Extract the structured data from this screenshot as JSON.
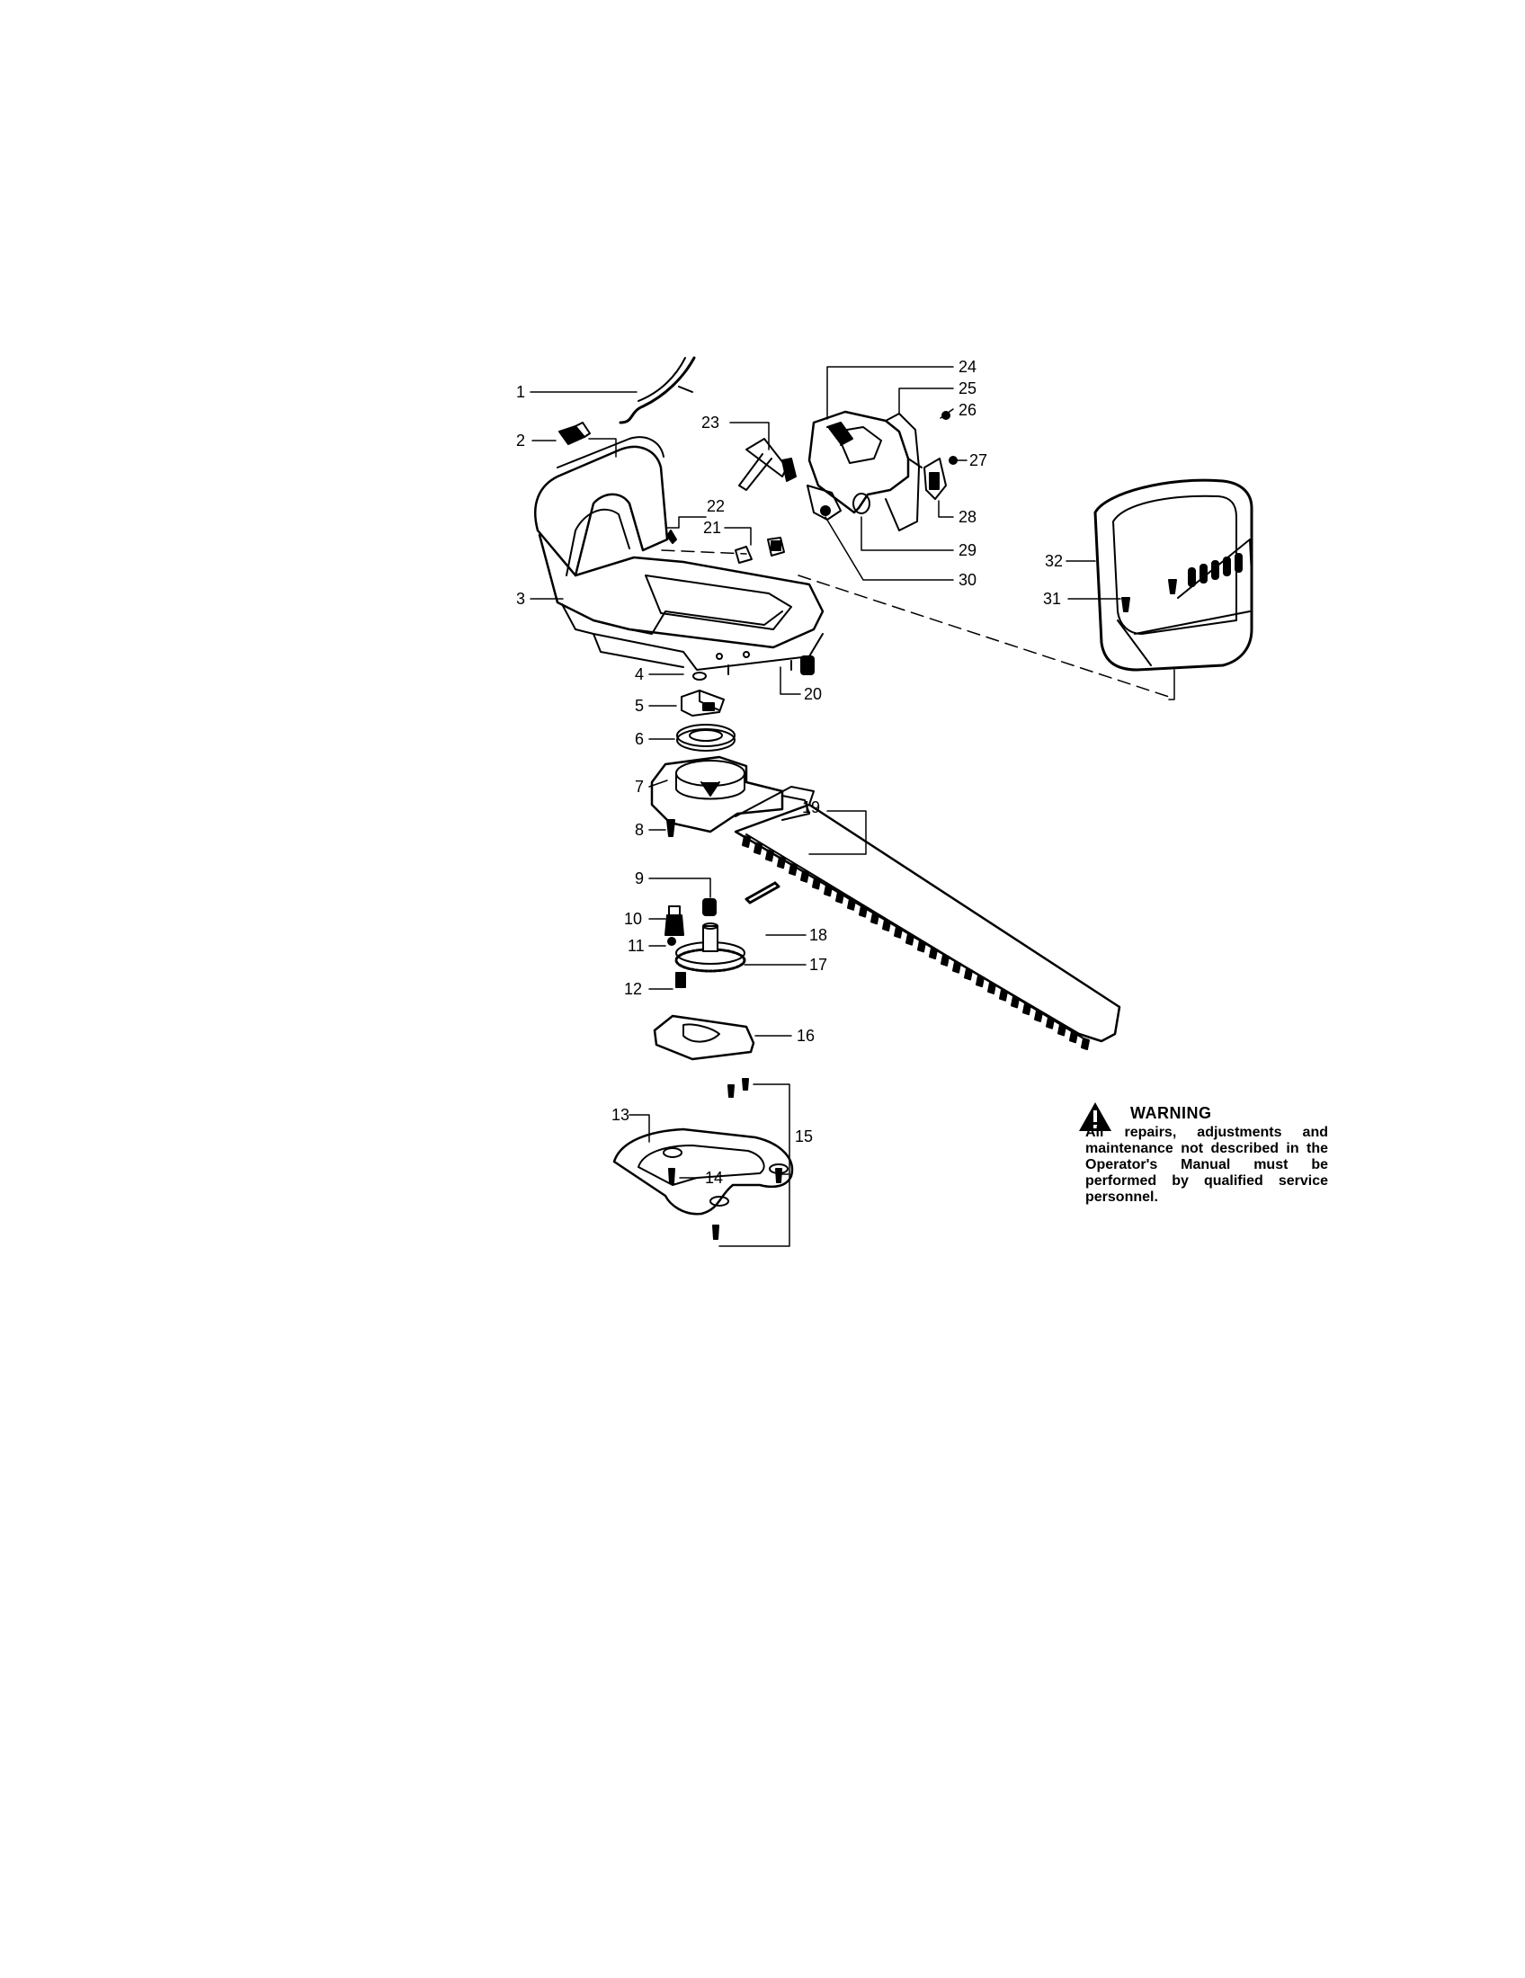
{
  "callouts": [
    {
      "id": "1",
      "label": "1"
    },
    {
      "id": "2",
      "label": "2"
    },
    {
      "id": "3",
      "label": "3"
    },
    {
      "id": "4",
      "label": "4"
    },
    {
      "id": "5",
      "label": "5"
    },
    {
      "id": "6",
      "label": "6"
    },
    {
      "id": "7",
      "label": "7"
    },
    {
      "id": "8",
      "label": "8"
    },
    {
      "id": "9",
      "label": "9"
    },
    {
      "id": "10",
      "label": "10"
    },
    {
      "id": "11",
      "label": "11"
    },
    {
      "id": "12",
      "label": "12"
    },
    {
      "id": "13",
      "label": "13"
    },
    {
      "id": "14",
      "label": "14"
    },
    {
      "id": "15",
      "label": "15"
    },
    {
      "id": "16",
      "label": "16"
    },
    {
      "id": "17",
      "label": "17"
    },
    {
      "id": "18",
      "label": "18"
    },
    {
      "id": "19",
      "label": "19"
    },
    {
      "id": "20",
      "label": "20"
    },
    {
      "id": "21",
      "label": "21"
    },
    {
      "id": "22",
      "label": "22"
    },
    {
      "id": "23",
      "label": "23"
    },
    {
      "id": "24",
      "label": "24"
    },
    {
      "id": "25",
      "label": "25"
    },
    {
      "id": "26",
      "label": "26"
    },
    {
      "id": "27",
      "label": "27"
    },
    {
      "id": "28",
      "label": "28"
    },
    {
      "id": "29",
      "label": "29"
    },
    {
      "id": "30",
      "label": "30"
    },
    {
      "id": "31",
      "label": "31"
    },
    {
      "id": "32",
      "label": "32"
    }
  ],
  "warning": {
    "icon": "warning-triangle-icon",
    "title": "WARNING",
    "text": "All repairs, adjustments and maintenance not described in the Operator's Manual must be performed by qualified service personnel."
  },
  "colors": {
    "ink": "#000000",
    "paper": "#ffffff"
  }
}
